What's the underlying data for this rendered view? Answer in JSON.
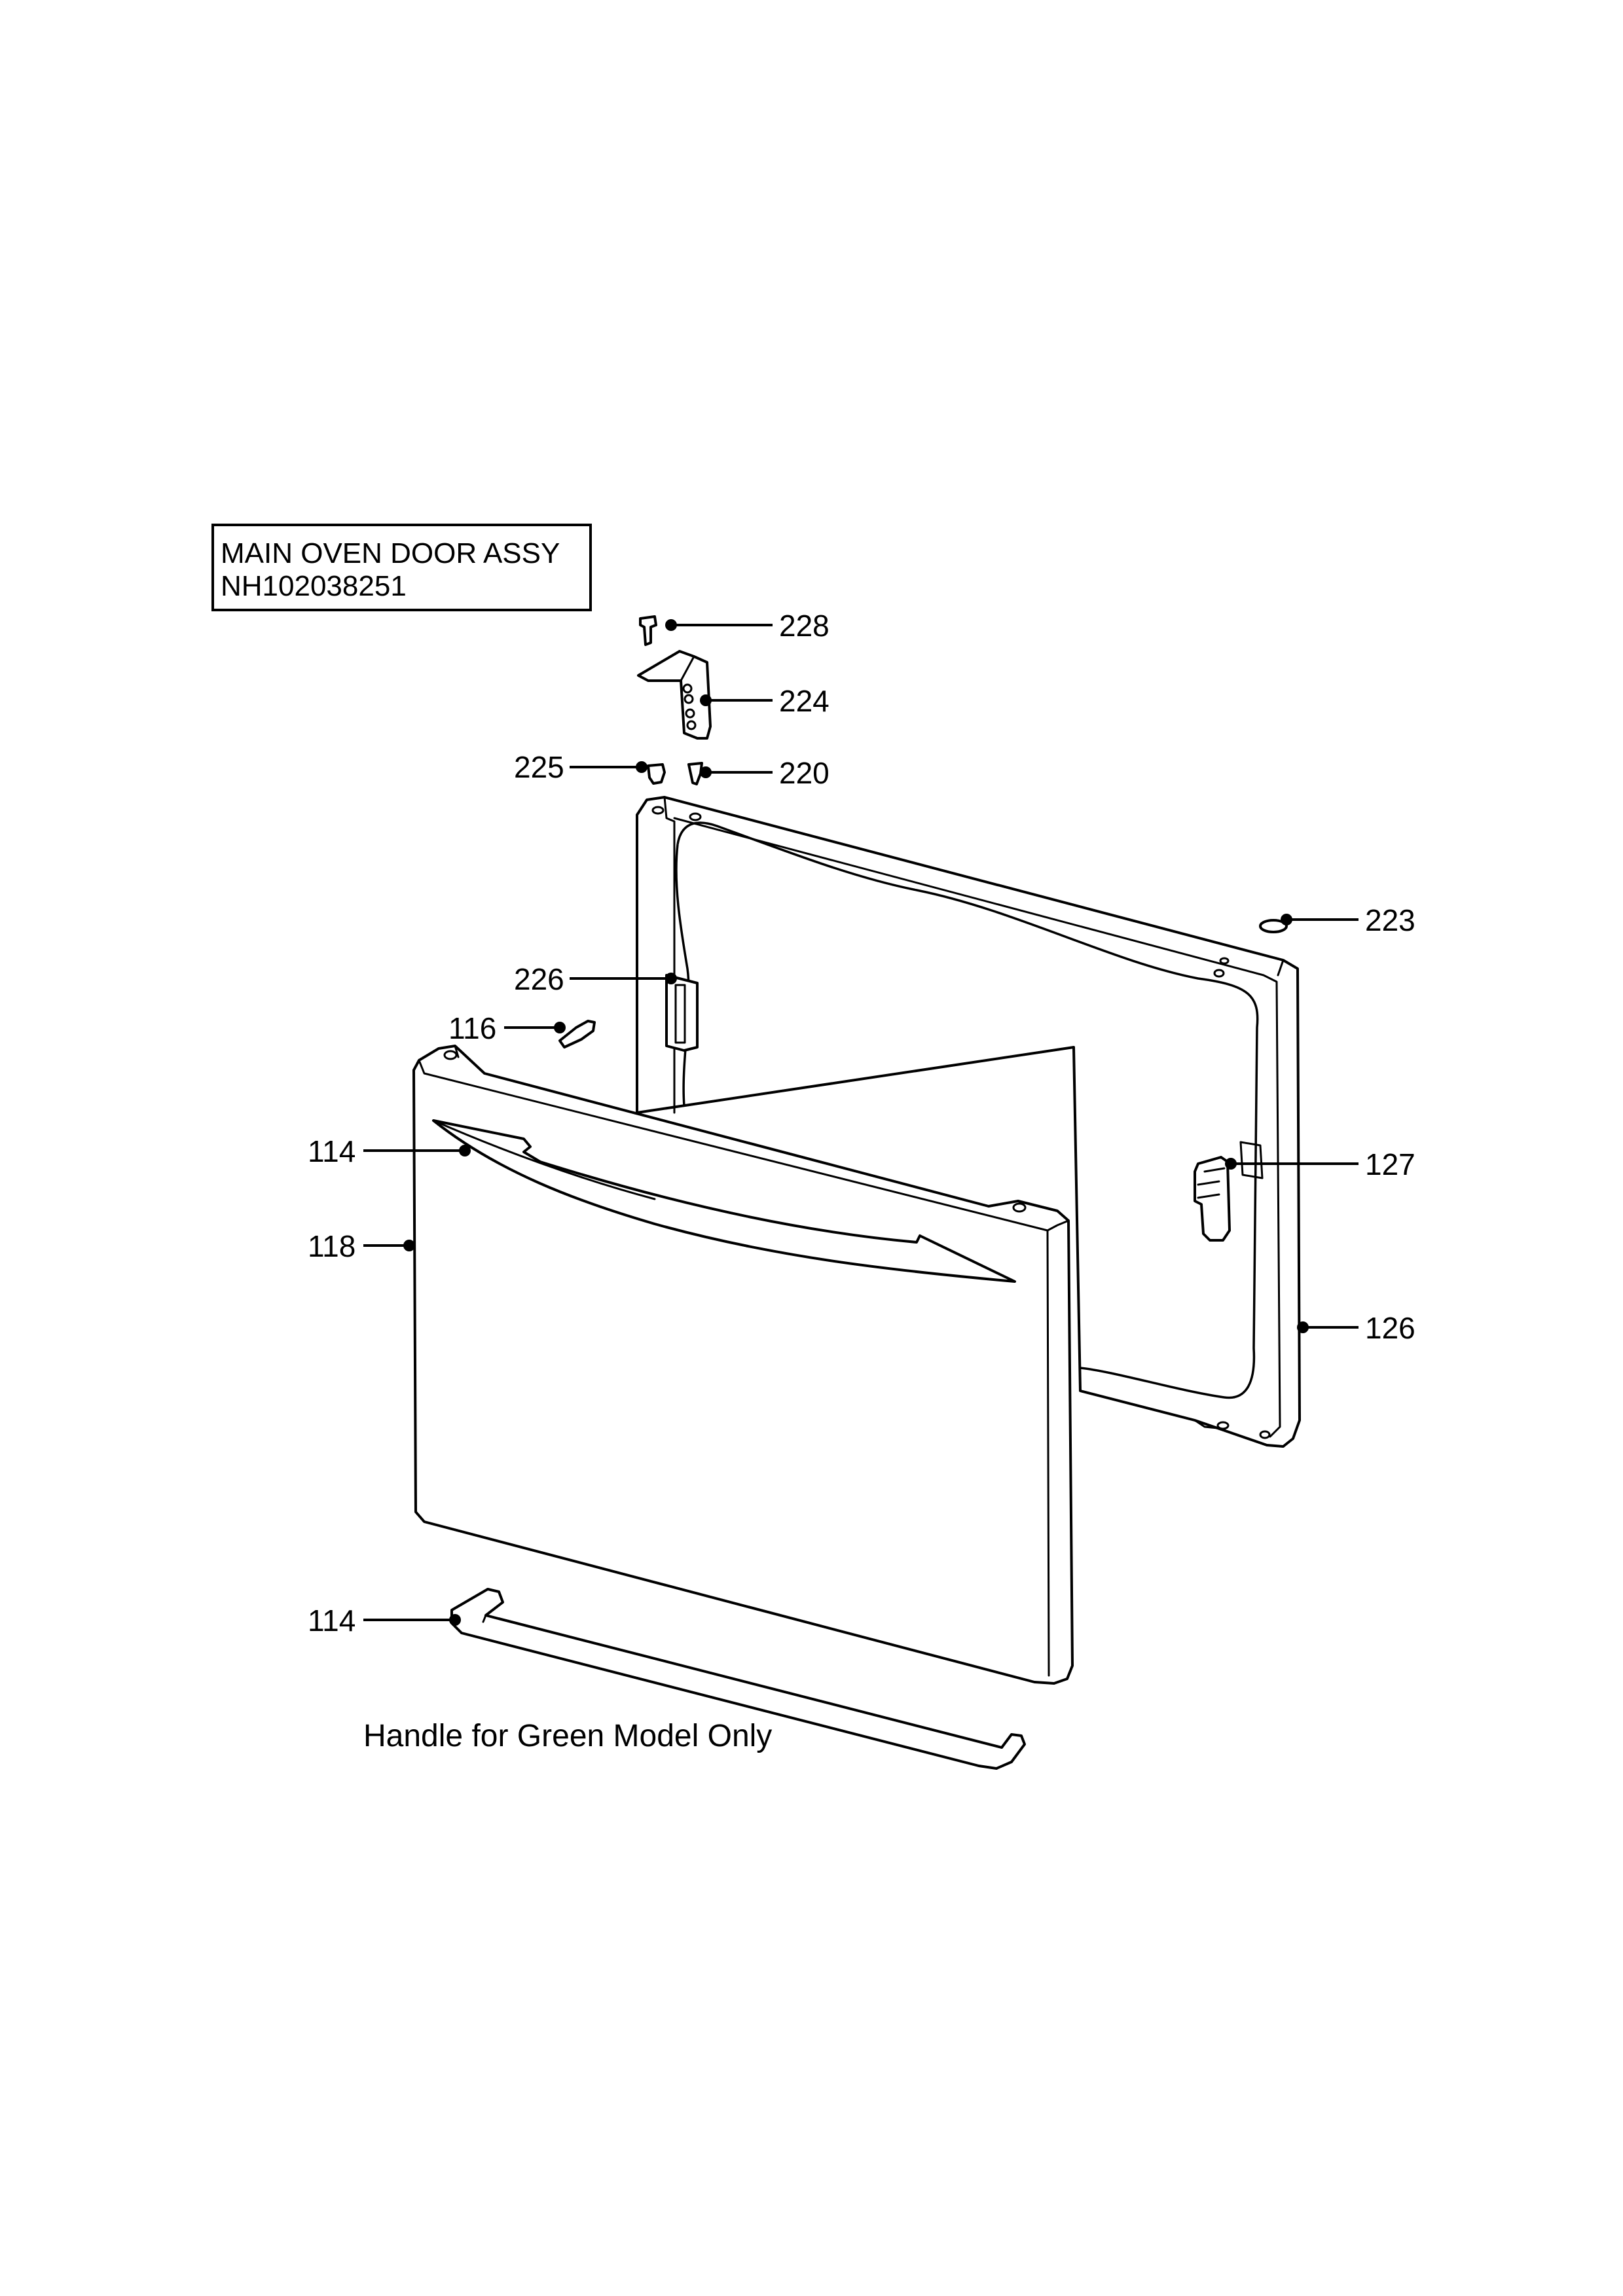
{
  "title": {
    "line1": "MAIN OVEN DOOR ASSY",
    "line2": "NH102038251"
  },
  "caption": "Handle for Green Model Only",
  "callouts": [
    {
      "id": "c228",
      "label": "228"
    },
    {
      "id": "c224",
      "label": "224"
    },
    {
      "id": "c225",
      "label": "225"
    },
    {
      "id": "c220",
      "label": "220"
    },
    {
      "id": "c223",
      "label": "223"
    },
    {
      "id": "c226",
      "label": "226"
    },
    {
      "id": "c116",
      "label": "116"
    },
    {
      "id": "c114a",
      "label": "114"
    },
    {
      "id": "c127",
      "label": "127"
    },
    {
      "id": "c118",
      "label": "118"
    },
    {
      "id": "c126",
      "label": "126"
    },
    {
      "id": "c114b",
      "label": "114"
    }
  ]
}
